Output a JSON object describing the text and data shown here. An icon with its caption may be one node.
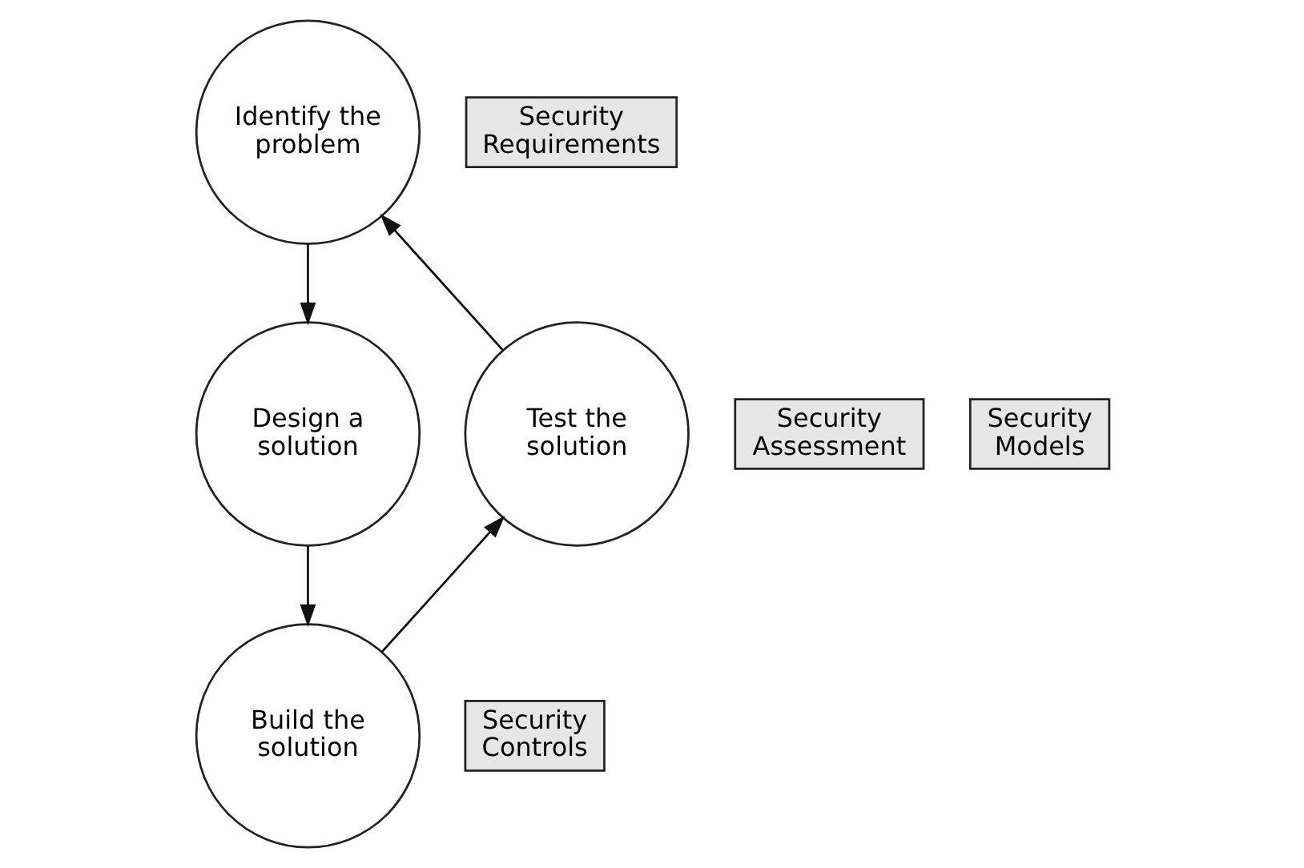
{
  "diagram": {
    "nodes": [
      {
        "text": [
          "Identify the problem"
        ]
      },
      {
        "text": [
          "Security Requirements"
        ]
      },
      {
        "text": [
          "Security Assessment"
        ]
      },
      {
        "text": [
          "Test the solution"
        ]
      },
      {
        "text": [
          "Design a solution"
        ]
      },
      {
        "text": [
          "Security Models"
        ]
      },
      {
        "text": [
          "Build the solution"
        ]
      },
      {
        "text": [
          "Security Controls"
        ]
      }
    ],
    "edges": [
      {
        "from": 0,
        "to": 4,
        "arrow": "to"
      },
      {
        "from": 4,
        "to": 6,
        "arrow": "to"
      },
      {
        "from": 6,
        "to": 3,
        "arrow": "to"
      },
      {
        "from": 3,
        "to": 0,
        "arrow": "to"
      }
    ]
  }
}
